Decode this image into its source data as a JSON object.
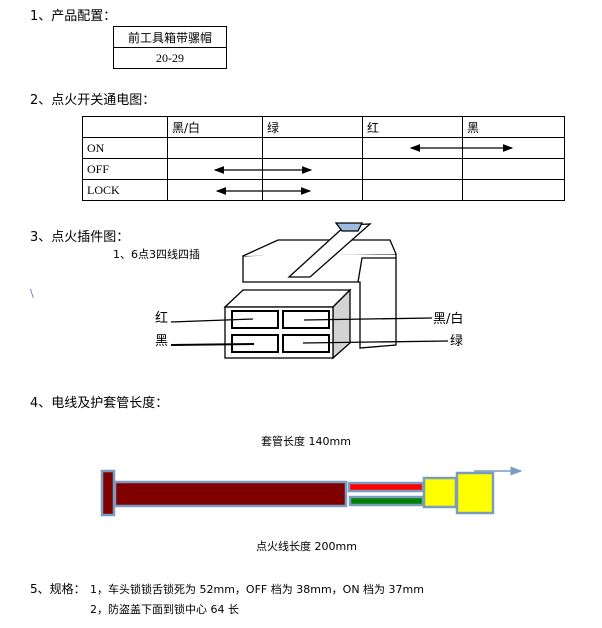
{
  "section1": {
    "heading": "1、产品配置：",
    "table": {
      "header": "前工具箱带骡帽",
      "value": "20-29"
    }
  },
  "section2": {
    "heading": "2、点火开关通电图：",
    "table": {
      "columns": [
        "",
        "黑/白",
        "绿",
        "红",
        "黑"
      ],
      "rows": [
        {
          "label": "ON",
          "connect": [
            "红",
            "黑"
          ]
        },
        {
          "label": "OFF",
          "connect": [
            "黑/白",
            "绿"
          ]
        },
        {
          "label": "LOCK",
          "connect": [
            "黑/白",
            "绿"
          ]
        }
      ]
    }
  },
  "section3": {
    "heading": "3、点火插件图：",
    "subheading": "1、6点3四线四插",
    "stray": "\\",
    "labels": {
      "top_left": "红",
      "bottom_left": "黑",
      "top_right": "黑/白",
      "bottom_right": "绿"
    }
  },
  "section4": {
    "heading": "4、电线及护套管长度：",
    "sleeve_length": "套管长度 140mm",
    "wire_length": "点火线长度 200mm",
    "colors": {
      "sleeve": "#800000",
      "red_wire": "#ff0000",
      "green_wire": "#008000",
      "plug": "#ffff00",
      "outline": "#7a9cc0"
    }
  },
  "section5": {
    "heading": "5、规格：",
    "line1": "1，车头锁锁舌锁死为 52mm，OFF 档为 38mm，ON 档为 37mm",
    "line2": "2，防盗盖下面到锁中心 64 长"
  }
}
